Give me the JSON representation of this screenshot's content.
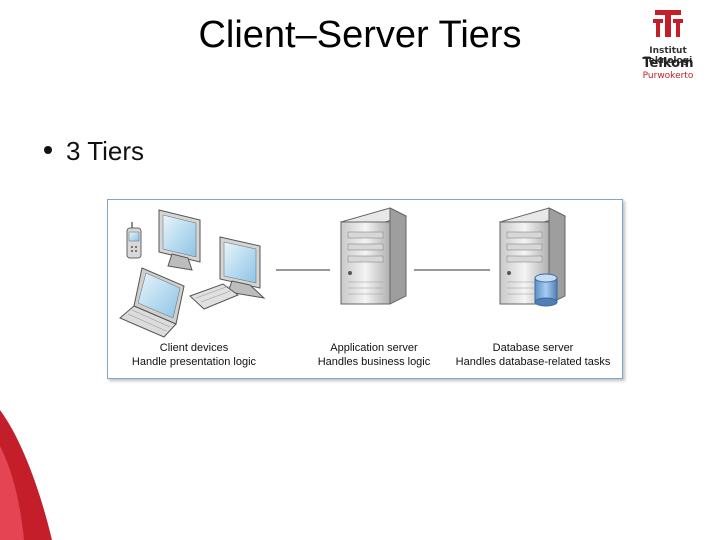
{
  "slide": {
    "title": "Client–Server Tiers"
  },
  "logo": {
    "line1": "Institut Teknologi",
    "line2": "Telkom",
    "line3": "Purwokerto"
  },
  "content": {
    "bullet": "3 Tiers"
  },
  "diagram": {
    "client": {
      "name": "Client devices",
      "desc": "Handle presentation logic"
    },
    "app": {
      "name": "Application server",
      "desc": "Handles business logic"
    },
    "db": {
      "name": "Database server",
      "desc": "Handles database-related tasks"
    }
  },
  "colors": {
    "accent": "#c41e2a",
    "frame": "#7fa6cc"
  }
}
